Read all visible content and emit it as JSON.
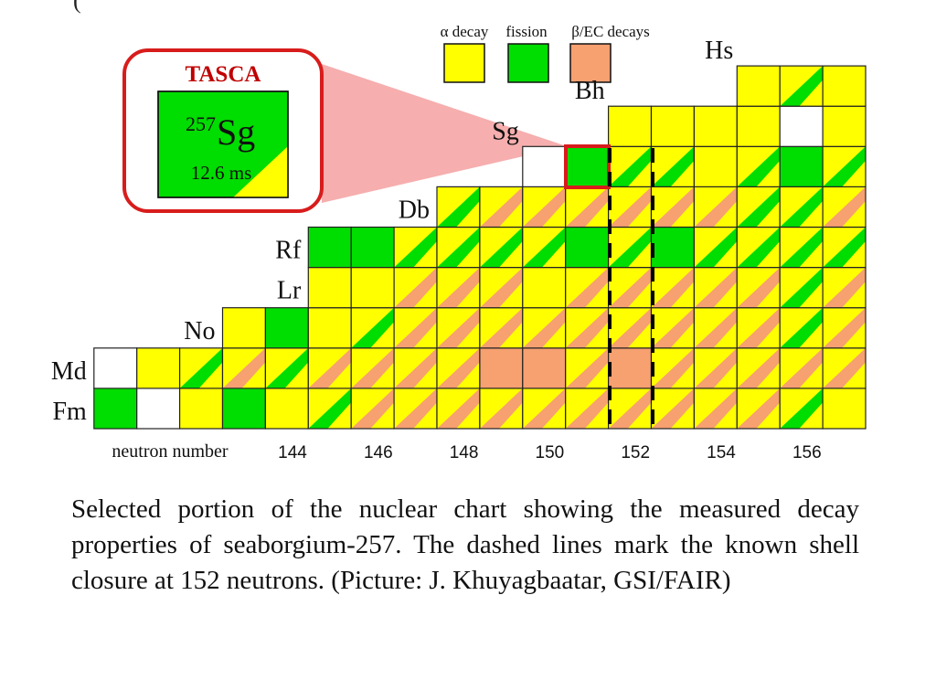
{
  "top_text": "(",
  "legend": {
    "alpha": "α decay",
    "fission": "fission",
    "beta": "β/EC decays",
    "colors": {
      "alpha": "#ffff00",
      "fission": "#00dd00",
      "beta": "#f7a070"
    }
  },
  "zoom": {
    "title": "TASCA",
    "mass": "257",
    "symbol": "Sg",
    "half_life": "12.6 ms",
    "title_color": "#c00000",
    "border_color": "#d81c1c"
  },
  "element_labels": [
    "Fm",
    "Md",
    "No",
    "Lr",
    "Rf",
    "Db",
    "Sg",
    "Bh",
    "Hs"
  ],
  "axis": {
    "label": "neutron number",
    "ticks": [
      "144",
      "146",
      "148",
      "150",
      "152",
      "154",
      "156"
    ]
  },
  "grid": {
    "rows": [
      {
        "element": "Fm",
        "cells": [
          "F",
          "W",
          "Y",
          "F",
          "Y",
          "YF",
          "YP",
          "YP",
          "YP",
          "YP",
          "YP",
          "YP",
          "YP",
          "YP",
          "YP",
          "YP",
          "YF",
          "Y"
        ]
      },
      {
        "element": "Md",
        "cells": [
          "W",
          "Y",
          "YF",
          "YP",
          "YF",
          "YP",
          "YP",
          "YP",
          "YP",
          "P",
          "P",
          "YP",
          "P",
          "YP",
          "YP",
          "YP",
          "YP",
          "YP"
        ]
      },
      {
        "element": "No",
        "cells": [
          "Y",
          "F",
          "Y",
          "YF",
          "YP",
          "YP",
          "YP",
          "YP",
          "YP",
          "YP",
          "YP",
          "YP",
          "YP",
          "YF",
          "YP"
        ]
      },
      {
        "element": "Lr",
        "cells": [
          "Y",
          "Y",
          "YP",
          "YP",
          "YP",
          "Y",
          "YP",
          "YP",
          "YP",
          "YP",
          "YP",
          "YF",
          "YP"
        ]
      },
      {
        "element": "Rf",
        "cells": [
          "F",
          "F",
          "YF",
          "YF",
          "YF",
          "YF",
          "F",
          "YF",
          "F",
          "YF",
          "YF",
          "YF",
          "YF"
        ]
      },
      {
        "element": "Db",
        "cells": [
          "YF",
          "YP",
          "YP",
          "YP",
          "YP",
          "YP",
          "YP",
          "YF",
          "YF",
          "YP"
        ]
      },
      {
        "element": "Sg",
        "cells": [
          "W",
          "F",
          "YF",
          "YF",
          "Y",
          "YF",
          "F",
          "YF"
        ]
      },
      {
        "element": "Bh",
        "cells": [
          "Y",
          "Y",
          "Y",
          "Y",
          "W",
          "Y"
        ]
      },
      {
        "element": "Hs",
        "cells": [
          "Y",
          "YF",
          "Y"
        ]
      }
    ]
  },
  "caption": "Selected portion of the nuclear chart showing the measured decay properties of seaborgium-257. The dashed lines mark the known shell closure at 152 neutrons. (Picture: J. Khuyagbaatar, GSI/FAIR)"
}
